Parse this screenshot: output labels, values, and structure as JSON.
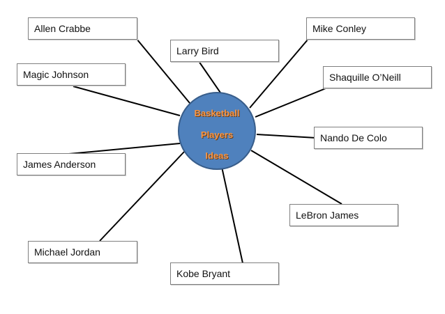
{
  "hub": {
    "line1": "Basketball",
    "line2": "Players",
    "line3": "Ideas",
    "fill_color": "#4f81bd",
    "border_color": "#385d8a",
    "text_color": "#f79646"
  },
  "players": [
    "Allen Crabbe",
    "Larry Bird",
    "Mike Conley",
    "Magic Johnson",
    "Shaquille O’Neill",
    "Nando De Colo",
    "James Anderson",
    "LeBron James",
    "Michael Jordan",
    "Kobe Bryant"
  ],
  "connector_color": "#000000"
}
